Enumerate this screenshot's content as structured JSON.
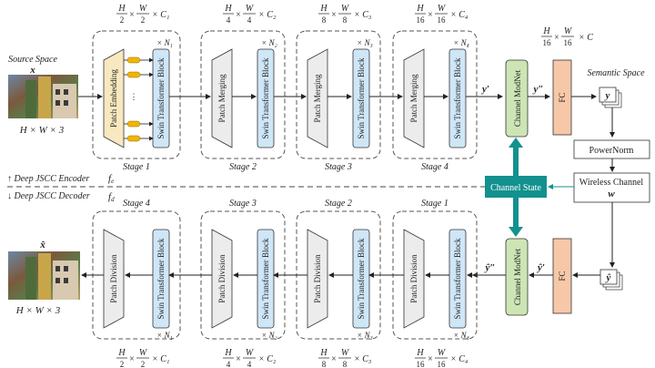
{
  "encoder": {
    "source_label": "Source Space",
    "source_symbol": "x",
    "source_dims": "H × W × 3",
    "stages": [
      {
        "name": "Stage 1",
        "first_block": "Patch Embedding",
        "swin": "Swin Transformer Block",
        "repeat": "× N₁",
        "dims": {
          "h": "H",
          "hd": "2",
          "w": "W",
          "wd": "2",
          "c": "× C₁"
        }
      },
      {
        "name": "Stage 2",
        "first_block": "Patch Merging",
        "swin": "Swin Transformer Block",
        "repeat": "× N₂",
        "dims": {
          "h": "H",
          "hd": "4",
          "w": "W",
          "wd": "4",
          "c": "× C₂"
        }
      },
      {
        "name": "Stage 3",
        "first_block": "Patch Merging",
        "swin": "Swin Transformer Block",
        "repeat": "× N₃",
        "dims": {
          "h": "H",
          "hd": "8",
          "w": "W",
          "wd": "8",
          "c": "× C₃"
        }
      },
      {
        "name": "Stage 4",
        "first_block": "Patch Merging",
        "swin": "Swin Transformer Block",
        "repeat": "× N₄",
        "dims": {
          "h": "H",
          "hd": "16",
          "w": "W",
          "wd": "16",
          "c": "× C₄"
        }
      }
    ],
    "y_prime": "y′",
    "y_double_prime": "y″",
    "modnet": "Channel ModNet",
    "fc": "FC",
    "out_dims": {
      "h": "H",
      "hd": "16",
      "w": "W",
      "wd": "16",
      "c": "× C"
    },
    "semantic_label": "Semantic Space",
    "y": "y",
    "dots": "⋮",
    "direction_label": "↑ Deep JSCC Encoder",
    "f_symbol": "f",
    "f_sub": "e"
  },
  "channel": {
    "powernorm": "PowerNorm",
    "wireless": "Wireless Channel",
    "w": "w",
    "state": "Channel State"
  },
  "decoder": {
    "recon_symbol": "x̂",
    "recon_dims": "H × W × 3",
    "stages": [
      {
        "name": "Stage 4",
        "first_block": "Patch Division",
        "swin": "Swin Transformer Block",
        "repeat": "× N₁",
        "dims": {
          "h": "H",
          "hd": "2",
          "w": "W",
          "wd": "2",
          "c": "× C₁"
        }
      },
      {
        "name": "Stage 3",
        "first_block": "Patch Division",
        "swin": "Swin Transformer Block",
        "repeat": "× N₂",
        "dims": {
          "h": "H",
          "hd": "4",
          "w": "W",
          "wd": "4",
          "c": "× C₂"
        }
      },
      {
        "name": "Stage 2",
        "first_block": "Patch Division",
        "swin": "Swin Transformer Block",
        "repeat": "× N₃",
        "dims": {
          "h": "H",
          "hd": "8",
          "w": "W",
          "wd": "8",
          "c": "× C₃"
        }
      },
      {
        "name": "Stage 1",
        "first_block": "Patch Division",
        "swin": "Swin Transformer Block",
        "repeat": "× N₄",
        "dims": {
          "h": "H",
          "hd": "16",
          "w": "W",
          "wd": "16",
          "c": "× C₄"
        }
      }
    ],
    "y_hat_prime": "ŷ′",
    "y_hat_double_prime": "ŷ″",
    "modnet": "Channel ModNet",
    "fc": "FC",
    "y_hat": "ŷ",
    "direction_label": "↓ Deep JSCC Decoder",
    "f_symbol": "f",
    "f_sub": "d"
  },
  "colors": {
    "patch_embed": "#f7e8bf",
    "patch_gray": "#ececec",
    "swin": "#cfe6f7",
    "modnet": "#cde5b5",
    "fc": "#f6c8a8",
    "teal": "#13918f",
    "token": "#f2b400"
  }
}
